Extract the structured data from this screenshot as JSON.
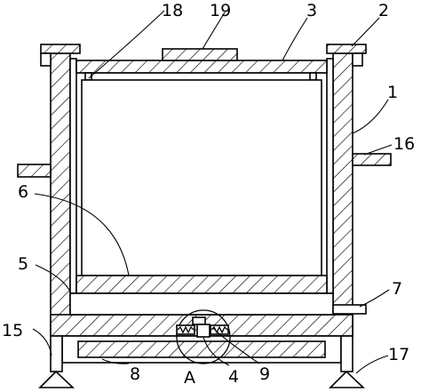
{
  "labels": {
    "l1": "1",
    "l2": "2",
    "l3": "3",
    "l4": "4",
    "l5": "5",
    "l6": "6",
    "l7": "7",
    "l8": "8",
    "l9": "9",
    "l15": "15",
    "l16": "16",
    "l17": "17",
    "l18": "18",
    "l19": "19",
    "detail": "A"
  }
}
